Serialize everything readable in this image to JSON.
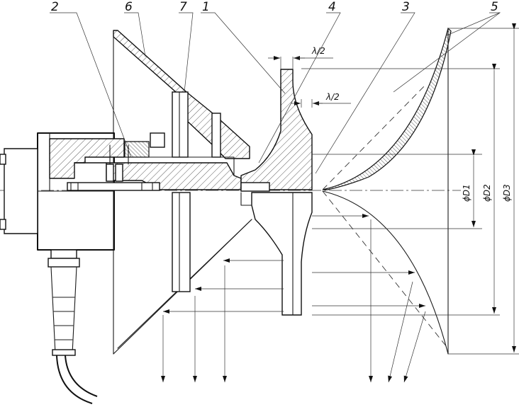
{
  "callouts": {
    "c2": "2",
    "c6": "6",
    "c7": "7",
    "c1": "1",
    "c4": "4",
    "c3": "3",
    "c5": "5"
  },
  "dimensions": {
    "half_wave_top": "λ/2",
    "half_wave_mid": "λ/2",
    "d1": "ϕD1",
    "d2": "ϕD2",
    "d3": "ϕD3"
  }
}
